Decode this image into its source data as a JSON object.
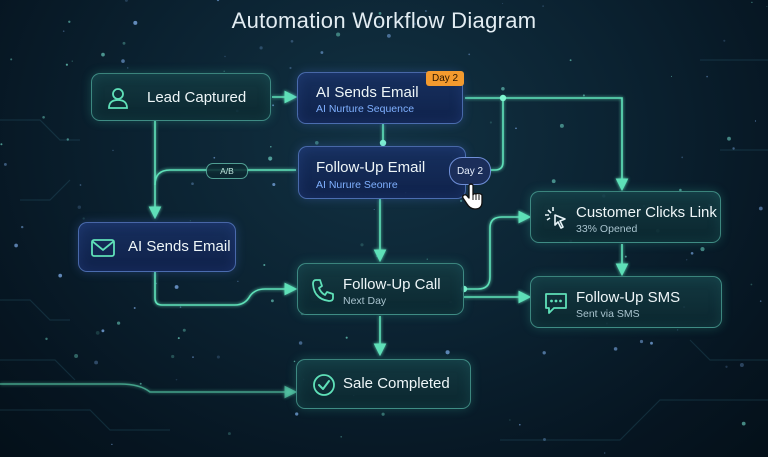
{
  "title": "Automation Workflow Diagram",
  "nodes": {
    "lead_captured": {
      "label": "Lead Captured",
      "icon": "person-icon"
    },
    "ai_sends_email_top": {
      "label": "AI Sends Email",
      "sub": "AI Nurture Sequence",
      "badge": "Day 2",
      "icon": "none"
    },
    "follow_up_email": {
      "label": "Follow-Up Email",
      "sub": "AI Nurure Seonre",
      "bubble": "Day 2",
      "icon": "none"
    },
    "ai_sends_email_left": {
      "label": "AI Sends Email",
      "icon": "envelope-icon"
    },
    "follow_up_call": {
      "label": "Follow-Up Call",
      "sub": "Next Day",
      "icon": "phone-icon"
    },
    "customer_clicks_link": {
      "label": "Customer Clicks Link",
      "sub": "33% Opened",
      "icon": "cursor-click-icon"
    },
    "follow_up_sms": {
      "label": "Follow-Up SMS",
      "sub": "Sent via SMS",
      "icon": "chat-bubble-icon"
    },
    "sale_completed": {
      "label": "Sale Completed",
      "icon": "check-circle-icon"
    }
  },
  "branch_tag": "A/B",
  "colors": {
    "connector": "#5fe0b8",
    "node_border_green": "#64d2be",
    "node_border_blue": "#6e96e6",
    "badge_orange": "#f39a2e",
    "sub_blue": "#7fb0ff"
  },
  "pointer": "hand-pointer-icon"
}
